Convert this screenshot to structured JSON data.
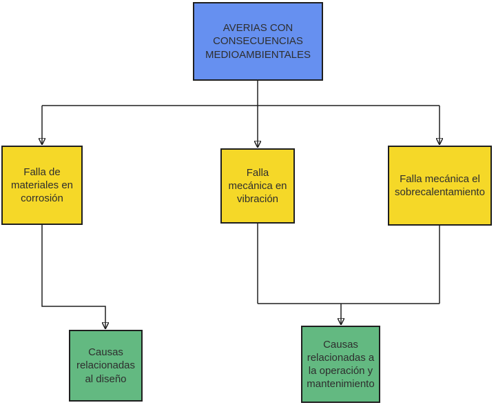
{
  "diagram": {
    "nodes": {
      "root": {
        "id": "averias",
        "label": "AVERIAS CON\nCONSECUENCIAS\nMEDIOAMBIENTALES",
        "color": "#6690f0"
      },
      "falla_corrosion": {
        "id": "falla-corrosion",
        "label": "Falla de\nmateriales en\ncorrosión",
        "color": "#f5d828"
      },
      "falla_vibracion": {
        "id": "falla-vibracion",
        "label": "Falla\nmecánica en\nvibración",
        "color": "#f5d828"
      },
      "falla_sobrecalentamiento": {
        "id": "falla-sobrecalentamiento",
        "label": "Falla mecánica el\nsobrecalentamiento",
        "color": "#f5d828"
      },
      "causas_diseno": {
        "id": "causas-diseno",
        "label": "Causas\nrelacionadas\nal diseño",
        "color": "#63b981"
      },
      "causas_operacion": {
        "id": "causas-operacion",
        "label": "Causas\nrelacionadas a\nla operación y\nmantenimiento",
        "color": "#63b981"
      }
    },
    "edges": [
      {
        "from": "averias",
        "to": "falla-corrosion",
        "arrow": true
      },
      {
        "from": "averias",
        "to": "falla-vibracion",
        "arrow": true
      },
      {
        "from": "averias",
        "to": "falla-sobrecalentamiento",
        "arrow": true
      },
      {
        "from": "falla-corrosion",
        "to": "causas-diseno",
        "arrow": true
      },
      {
        "from": "falla-vibracion",
        "to": "causas-operacion",
        "arrow": true
      },
      {
        "from": "falla-sobrecalentamiento",
        "to": "causas-operacion",
        "arrow": true
      }
    ],
    "colors": {
      "root-bg": "#6690f0",
      "level1-bg": "#f5d828",
      "level2-bg": "#63b981",
      "line": "#1f1f1f",
      "border": "#1e1e1e",
      "text": "#2e2e2e",
      "canvas-bg": "#ffffff"
    }
  }
}
